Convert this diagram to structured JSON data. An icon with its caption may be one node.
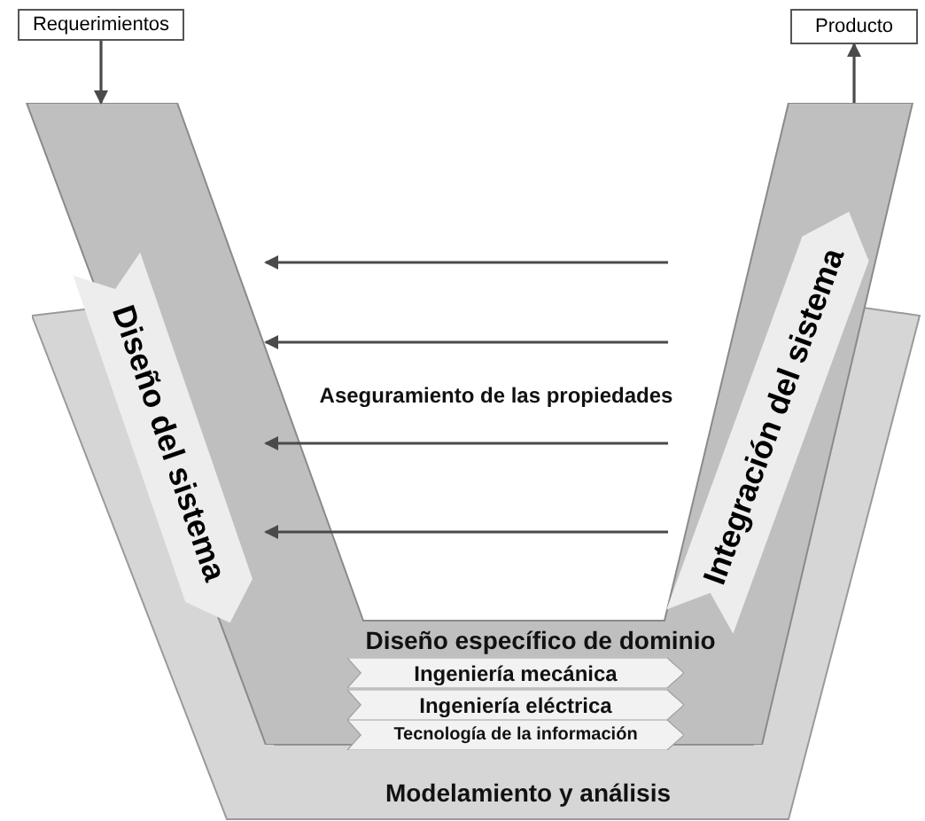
{
  "diagram": {
    "nodes": [
      {
        "text": [
          "Requerimientos"
        ]
      },
      {
        "text": [
          "Producto"
        ]
      },
      {
        "text": [
          "Diseño específico de dominio"
        ]
      },
      {
        "text": [
          "Diseño del sistema"
        ],
        "in": 2
      },
      {
        "text": [
          "Integración del sistema"
        ],
        "in": 2
      },
      {
        "text": [
          "Ingeniería mecánica"
        ],
        "in": 2
      },
      {
        "text": [
          "Ingeniería eléctrica"
        ],
        "in": 2
      },
      {
        "text": [
          "Tecnología de la información"
        ],
        "in": 2
      },
      {
        "text": [
          "Modelamiento y análisis"
        ]
      }
    ],
    "edges": [
      {
        "from": 0,
        "to": 2,
        "arrow": "to"
      },
      {
        "from": 2,
        "to": 1,
        "arrow": "to"
      },
      {
        "from": 4,
        "to": 3,
        "arrow": "to"
      },
      {
        "from": 4,
        "to": 3,
        "arrow": "to"
      },
      {
        "from": 4,
        "to": 3,
        "arrow": "to"
      },
      {
        "from": 4,
        "to": 3,
        "arrow": "to"
      }
    ],
    "labels": [
      "Aseguramiento de las propiedades"
    ]
  }
}
